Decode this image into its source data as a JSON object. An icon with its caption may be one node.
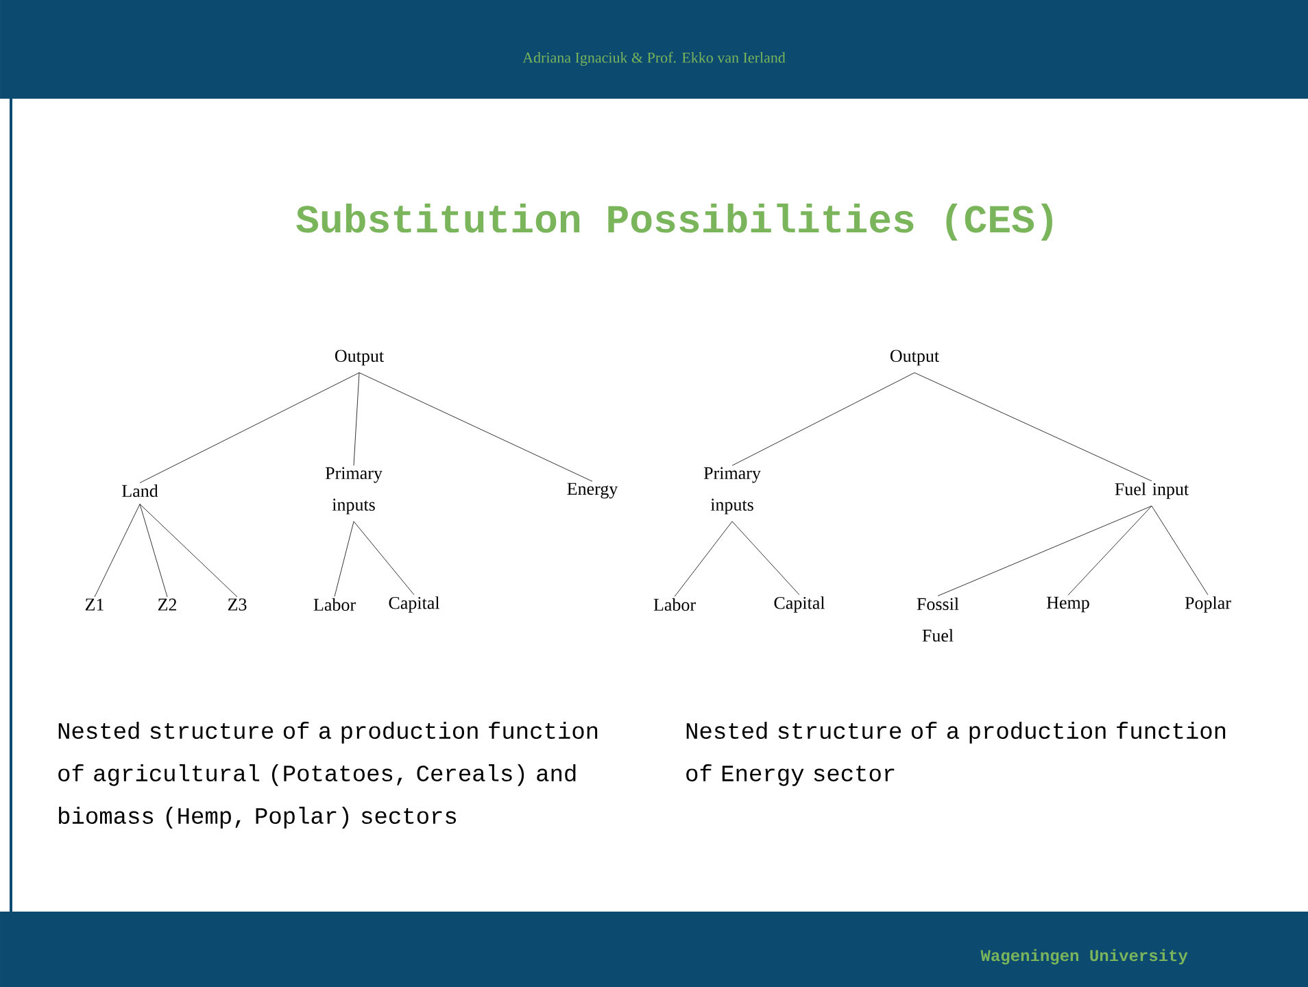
{
  "diagram": {
    "title": "Substitution Possibilities (CES)",
    "nodes": [
      {
        "text": [
          "Output"
        ]
      },
      {
        "text": [
          "Land"
        ]
      },
      {
        "text": [
          "Primary inputs"
        ]
      },
      {
        "text": [
          "Energy"
        ]
      },
      {
        "text": [
          "Z1"
        ]
      },
      {
        "text": [
          "Z2"
        ]
      },
      {
        "text": [
          "Z3"
        ]
      },
      {
        "text": [
          "Labor"
        ]
      },
      {
        "text": [
          "Capital"
        ]
      },
      {
        "text": [
          "Output"
        ]
      },
      {
        "text": [
          "Primary inputs"
        ]
      },
      {
        "text": [
          "Fuel input"
        ]
      },
      {
        "text": [
          "Labor"
        ]
      },
      {
        "text": [
          "Capital"
        ]
      },
      {
        "text": [
          "Fossil Fuel"
        ]
      },
      {
        "text": [
          "Hemp"
        ]
      },
      {
        "text": [
          "Poplar"
        ]
      }
    ],
    "edges": [
      {
        "from": 0,
        "to": 1,
        "arrow": "none"
      },
      {
        "from": 0,
        "to": 2,
        "arrow": "none"
      },
      {
        "from": 0,
        "to": 3,
        "arrow": "none"
      },
      {
        "from": 1,
        "to": 4,
        "arrow": "none"
      },
      {
        "from": 1,
        "to": 5,
        "arrow": "none"
      },
      {
        "from": 1,
        "to": 6,
        "arrow": "none"
      },
      {
        "from": 2,
        "to": 7,
        "arrow": "none"
      },
      {
        "from": 2,
        "to": 8,
        "arrow": "none"
      },
      {
        "from": 9,
        "to": 10,
        "arrow": "none"
      },
      {
        "from": 9,
        "to": 11,
        "arrow": "none"
      },
      {
        "from": 10,
        "to": 12,
        "arrow": "none"
      },
      {
        "from": 10,
        "to": 13,
        "arrow": "none"
      },
      {
        "from": 11,
        "to": 14,
        "arrow": "none"
      },
      {
        "from": 11,
        "to": 15,
        "arrow": "none"
      },
      {
        "from": 11,
        "to": 16,
        "arrow": "none"
      }
    ],
    "labels": [
      "Adriana Ignaciuk & Prof. Ekko van Ierland",
      "Nested structure of a production function of agricultural (Potatoes, Cereals) and biomass (Hemp, Poplar) sectors",
      "Nested structure of a production function of Energy sector",
      "Wageningen University"
    ]
  }
}
